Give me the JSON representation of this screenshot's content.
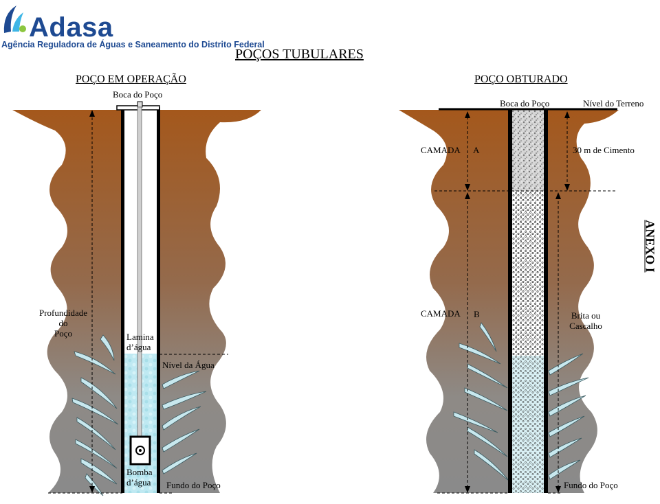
{
  "header": {
    "logo_name": "Adasa",
    "logo_subtitle": "Agência Reguladora de Águas e Saneamento do Distrito Federal",
    "main_title": "POÇOS TUBULARES",
    "annex": "ANEXO I"
  },
  "left_well": {
    "title": "POÇO EM OPERAÇÃO",
    "wellhead": "Boca do Poço",
    "depth_line1": "Profundidade",
    "depth_line2": "do",
    "depth_line3": "Poço",
    "water_column_line1": "Lamina",
    "water_column_line2": "d’água",
    "water_level": "Nível da Água",
    "pump_line1": "Bomba",
    "pump_line2": "d’água",
    "bottom": "Fundo do Poço"
  },
  "right_well": {
    "title": "POÇO OBTURADO",
    "wellhead": "Boca do Poço",
    "ground_level": "Nível do Terreno",
    "layer_a_label": "CAMADA",
    "layer_a_letter": "A",
    "cement": "30 m de Cimento",
    "layer_b_label": "CAMADA",
    "layer_b_letter": "B",
    "gravel_line1": "Brita ou",
    "gravel_line2": "Cascalho",
    "bottom": "Fundo do Poço"
  },
  "colors": {
    "soil_top": "#a4581c",
    "soil_bottom": "#8c8c8c",
    "water": "#bfe9f2",
    "fracture": "#c8e8ee",
    "logo_blue": "#1e4a92",
    "logo_cyan": "#3fb6e6",
    "logo_green": "#8cc63f"
  }
}
